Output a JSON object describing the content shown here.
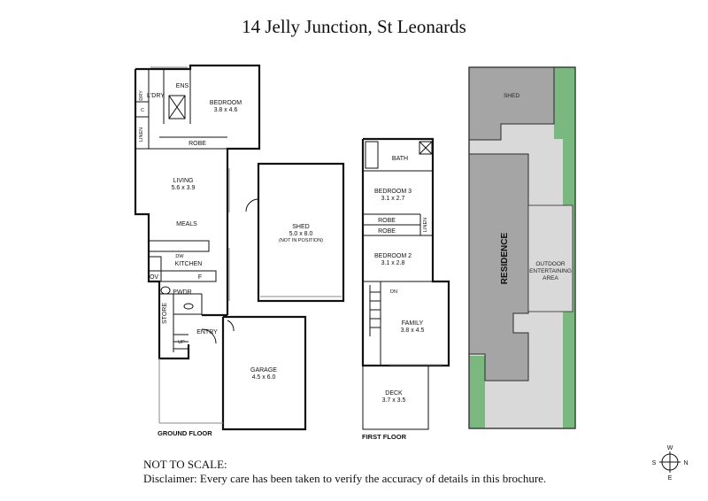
{
  "title": "14 Jelly Junction, St Leonards",
  "floors": {
    "ground": "GROUND FLOOR",
    "first": "FIRST FLOOR"
  },
  "rooms": {
    "dry": "DRY",
    "c": "C",
    "linen_gf": "LINEN",
    "ldry": "L'DRY",
    "ens": "ENS",
    "bedroom1_name": "BEDROOM",
    "bedroom1_size": "3.8 x 4.6",
    "robe_gf": "ROBE",
    "living_name": "LIVING",
    "living_size": "5.6 x 3.9",
    "meals": "MEALS",
    "dw": "DW",
    "kitchen": "KITCHEN",
    "ov": "OV",
    "f": "F",
    "pwdr": "PWDR",
    "store": "STORE",
    "up": "UP",
    "entry": "ENTRY",
    "garage_name": "GARAGE",
    "garage_size": "4.5 x 6.0",
    "shed_name": "SHED",
    "shed_size": "5.0 x 8.0",
    "shed_note": "(NOT IN POSITION)",
    "bath": "BATH",
    "bedroom3_name": "BEDROOM 3",
    "bedroom3_size": "3.1 x 2.7",
    "robe_ff_1": "ROBE",
    "robe_ff_2": "ROBE",
    "linen_ff": "LINEN",
    "bedroom2_name": "BEDROOM 2",
    "bedroom2_size": "3.1 x 2.8",
    "dn": "DN",
    "family_name": "FAMILY",
    "family_size": "3.8 x 4.5",
    "deck_name": "DECK",
    "deck_size": "3.7 x 3.5"
  },
  "site": {
    "shed": "SHED",
    "residence": "RESIDENCE",
    "outdoor_1": "OUTDOOR",
    "outdoor_2": "ENTERTAINING",
    "outdoor_3": "AREA",
    "colors": {
      "building": "#a5a5a5",
      "paving": "#d9d9d9",
      "grass": "#7ab87f",
      "outline": "#2b2b2b"
    }
  },
  "compass": {
    "w": "W",
    "s": "S",
    "n": "N",
    "e": "E"
  },
  "footer": {
    "scale_note": "NOT TO SCALE:",
    "disclaimer": "Disclaimer: Every care has been taken to verify the accuracy of details in this brochure."
  }
}
